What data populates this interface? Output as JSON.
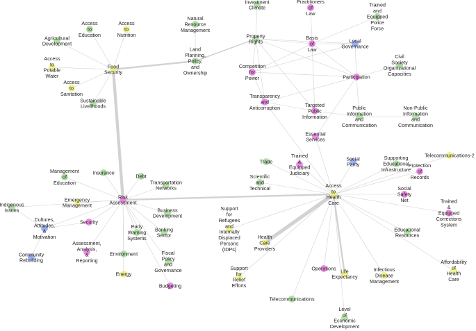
{
  "colors": {
    "green": "#a7d99a",
    "pink": "#ea79df",
    "yellow": "#eef07e",
    "blue": "#8aa3f2",
    "edge": "#d2d2d2",
    "text": "#1e1e1e"
  },
  "nodes": [
    {
      "id": "investment-climate",
      "label": "Investment\nClimate",
      "color": "green"
    },
    {
      "id": "practitioners-of-law",
      "label": "Practitioners\nof\nLaw",
      "color": "pink"
    },
    {
      "id": "trained-police",
      "label": "Trained\nand\nEquipped\nPolice\nForce",
      "color": "green"
    },
    {
      "id": "natural-resource",
      "label": "Natural\nResource\nManagement",
      "color": "green"
    },
    {
      "id": "property-rights",
      "label": "Property\nRights",
      "color": "green"
    },
    {
      "id": "basis-of-law",
      "label": "Basis\nof\nLaw",
      "color": "pink"
    },
    {
      "id": "local-governance",
      "label": "Local\nGovernance",
      "color": "blue"
    },
    {
      "id": "access-education",
      "label": "Access\nto\nEducation",
      "color": "green"
    },
    {
      "id": "access-nutrition",
      "label": "Access\nto\nNutrition",
      "color": "yellow"
    },
    {
      "id": "agricultural-dev",
      "label": "Agricultural\nDevelopment",
      "color": "green"
    },
    {
      "id": "land-planning",
      "label": "Land\nPlanning,\nPolicy,\nand\nOwnership",
      "color": "green"
    },
    {
      "id": "civil-society",
      "label": "Civil\nSociety\nOrganizational\nCapacities",
      "color": "green"
    },
    {
      "id": "food-security",
      "label": "Food\nSecurity",
      "color": "yellow"
    },
    {
      "id": "access-potable-water",
      "label": "Access\nto\nPotable\nWater",
      "color": "yellow"
    },
    {
      "id": "competition-for-power",
      "label": "Competition\nfor\nPower",
      "color": "pink"
    },
    {
      "id": "participation",
      "label": "Participation",
      "color": "pink"
    },
    {
      "id": "access-sanitation",
      "label": "Access\nto\nSanitation",
      "color": "yellow"
    },
    {
      "id": "sustainable-livelihoods",
      "label": "Sustainable\nLivelihoods",
      "color": "green"
    },
    {
      "id": "transparency",
      "label": "Transparency\nand\nAnticorruption",
      "color": "pink"
    },
    {
      "id": "targeted-public-info",
      "label": "Targeted\nPublic\nInformation",
      "color": "pink"
    },
    {
      "id": "public-info-comm",
      "label": "Public\nInformation\nand\nCommunication",
      "color": "green"
    },
    {
      "id": "non-public-info",
      "label": "Non-Public\nInformation\nand\nCommunication",
      "color": "green"
    },
    {
      "id": "essential-services",
      "label": "Essential\nServices",
      "color": "pink"
    },
    {
      "id": "trained-judiciary",
      "label": "Trained\n&\nEquipped\nJudiciary",
      "color": "pink"
    },
    {
      "id": "social-parity",
      "label": "Social\nParity",
      "color": "blue"
    },
    {
      "id": "supporting-educational",
      "label": "Supporting\nEducational\nInfrastructure",
      "color": "green"
    },
    {
      "id": "telecommunications-2",
      "label": "Telecommunications-2",
      "color": "yellow"
    },
    {
      "id": "trade",
      "label": "Trade",
      "color": "green"
    },
    {
      "id": "management-education",
      "label": "Management\nof\nEducation",
      "color": "green"
    },
    {
      "id": "insurance",
      "label": "Insurance",
      "color": "green"
    },
    {
      "id": "debt",
      "label": "Debt",
      "color": "green"
    },
    {
      "id": "transportation-networks",
      "label": "Transportation\nNetworks",
      "color": "green"
    },
    {
      "id": "scientific-technical",
      "label": "Scientific\nand\nTechnical",
      "color": "green"
    },
    {
      "id": "protection-records",
      "label": "Protection\nof\nRecords",
      "color": "pink"
    },
    {
      "id": "access-health-care",
      "label": "Access\nto\nHealth\nCare",
      "color": "yellow"
    },
    {
      "id": "social-safety-net",
      "label": "Social\nSafety\nNet",
      "color": "pink"
    },
    {
      "id": "emergency-management",
      "label": "Emergency\nManagement",
      "color": "yellow"
    },
    {
      "id": "risk-assessment",
      "label": "Risk\nAssessment",
      "color": "pink"
    },
    {
      "id": "indigenous-issues",
      "label": "Indigenous\nIssues",
      "color": "green"
    },
    {
      "id": "business-development",
      "label": "Business\nDevelopment",
      "color": "green"
    },
    {
      "id": "trained-corrections",
      "label": "Trained\n&\nEquipped\nCorrections\nSystem",
      "color": "pink"
    },
    {
      "id": "support-idps",
      "label": "Support\nfor\nRefugees\nand\nInternally\nDisplaced\nPersons\n(IDPs)",
      "color": "yellow"
    },
    {
      "id": "cultures-attitudes",
      "label": "Cultures,\nAttitudes,\n&\nMotivation",
      "color": "blue"
    },
    {
      "id": "security",
      "label": "Security",
      "color": "pink"
    },
    {
      "id": "early-warning",
      "label": "Early\nWarning\nSystems",
      "color": "green"
    },
    {
      "id": "banking-sector",
      "label": "Banking\nSector",
      "color": "green"
    },
    {
      "id": "educational-resources",
      "label": "Educational\nResources",
      "color": "green"
    },
    {
      "id": "health-care-providers",
      "label": "Health\nCare\nProviders",
      "color": "yellow"
    },
    {
      "id": "assessment-analysis",
      "label": "Assessment,\nAnalysis,\n&\nReporting",
      "color": "pink"
    },
    {
      "id": "affordability-health",
      "label": "Affordability\nof\nHealth\nCare",
      "color": "yellow"
    },
    {
      "id": "community-rebuilding",
      "label": "Community\nRebuilding",
      "color": "blue"
    },
    {
      "id": "environment",
      "label": "Environment",
      "color": "green"
    },
    {
      "id": "fiscal-policy",
      "label": "Fiscal\nPolicy\nand\nGovernance",
      "color": "green"
    },
    {
      "id": "operations",
      "label": "Operations",
      "color": "pink"
    },
    {
      "id": "life-expectancy",
      "label": "Life\nExpectancy",
      "color": "yellow"
    },
    {
      "id": "support-relief",
      "label": "Support\nfor\nRelief\nEfforts",
      "color": "yellow"
    },
    {
      "id": "infectious-disease",
      "label": "Infectious\nDisease\nManagement",
      "color": "yellow"
    },
    {
      "id": "energy",
      "label": "Energy",
      "color": "yellow"
    },
    {
      "id": "budgeting",
      "label": "Budgeting",
      "color": "pink"
    },
    {
      "id": "telecommunications",
      "label": "Telecommunications",
      "color": "green"
    },
    {
      "id": "level-economic-dev",
      "label": "Level\nof\nEconomic\nDevelopment",
      "color": "green"
    }
  ],
  "edges": [
    {
      "from": "food-security",
      "to": "risk-assessment",
      "weight": 5
    },
    {
      "from": "risk-assessment",
      "to": "access-health-care",
      "weight": 3
    },
    {
      "from": "access-health-care",
      "to": "health-care-providers",
      "weight": 6
    },
    {
      "from": "access-health-care",
      "to": "life-expectancy",
      "weight": 3
    },
    {
      "from": "food-security",
      "to": "land-planning",
      "weight": 3
    },
    {
      "from": "land-planning",
      "to": "property-rights",
      "weight": 2
    },
    {
      "from": "food-security",
      "to": "access-education",
      "weight": 1
    },
    {
      "from": "food-security",
      "to": "access-nutrition",
      "weight": 1
    },
    {
      "from": "food-security",
      "to": "agricultural-dev",
      "weight": 1
    },
    {
      "from": "food-security",
      "to": "access-potable-water",
      "weight": 1
    },
    {
      "from": "food-security",
      "to": "access-sanitation",
      "weight": 1
    },
    {
      "from": "food-security",
      "to": "sustainable-livelihoods",
      "weight": 1
    },
    {
      "from": "land-planning",
      "to": "natural-resource",
      "weight": 1
    },
    {
      "from": "property-rights",
      "to": "investment-climate",
      "weight": 1
    },
    {
      "from": "property-rights",
      "to": "basis-of-law",
      "weight": 1
    },
    {
      "from": "property-rights",
      "to": "competition-for-power",
      "weight": 1
    },
    {
      "from": "property-rights",
      "to": "participation",
      "weight": 1
    },
    {
      "from": "property-rights",
      "to": "local-governance",
      "weight": 1
    },
    {
      "from": "property-rights",
      "to": "targeted-public-info",
      "weight": 1
    },
    {
      "from": "property-rights",
      "to": "transparency",
      "weight": 1
    },
    {
      "from": "basis-of-law",
      "to": "practitioners-of-law",
      "weight": 1
    },
    {
      "from": "basis-of-law",
      "to": "trained-police",
      "weight": 1
    },
    {
      "from": "basis-of-law",
      "to": "participation",
      "weight": 1
    },
    {
      "from": "basis-of-law",
      "to": "competition-for-power",
      "weight": 1
    },
    {
      "from": "basis-of-law",
      "to": "targeted-public-info",
      "weight": 1
    },
    {
      "from": "local-governance",
      "to": "participation",
      "weight": 1
    },
    {
      "from": "local-governance",
      "to": "competition-for-power",
      "weight": 1
    },
    {
      "from": "local-governance",
      "to": "basis-of-law",
      "weight": 1
    },
    {
      "from": "participation",
      "to": "civil-society",
      "weight": 1
    },
    {
      "from": "participation",
      "to": "competition-for-power",
      "weight": 1
    },
    {
      "from": "participation",
      "to": "transparency",
      "weight": 1
    },
    {
      "from": "participation",
      "to": "public-info-comm",
      "weight": 1
    },
    {
      "from": "participation",
      "to": "essential-services",
      "weight": 1
    },
    {
      "from": "competition-for-power",
      "to": "transparency",
      "weight": 1
    },
    {
      "from": "transparency",
      "to": "targeted-public-info",
      "weight": 1
    },
    {
      "from": "transparency",
      "to": "access-health-care",
      "weight": 1
    },
    {
      "from": "public-info-comm",
      "to": "non-public-info",
      "weight": 1
    },
    {
      "from": "targeted-public-info",
      "to": "public-info-comm",
      "weight": 1
    },
    {
      "from": "essential-services",
      "to": "access-health-care",
      "weight": 1
    },
    {
      "from": "trained-judiciary",
      "to": "access-health-care",
      "weight": 1
    },
    {
      "from": "social-parity",
      "to": "access-health-care",
      "weight": 1
    },
    {
      "from": "supporting-educational",
      "to": "access-health-care",
      "weight": 1
    },
    {
      "from": "telecommunications-2",
      "to": "access-health-care",
      "weight": 1
    },
    {
      "from": "protection-records",
      "to": "access-health-care",
      "weight": 1
    },
    {
      "from": "social-safety-net",
      "to": "access-health-care",
      "weight": 1
    },
    {
      "from": "trained-corrections",
      "to": "access-health-care",
      "weight": 1
    },
    {
      "from": "educational-resources",
      "to": "access-health-care",
      "weight": 1
    },
    {
      "from": "affordability-health",
      "to": "access-health-care",
      "weight": 1
    },
    {
      "from": "infectious-disease",
      "to": "access-health-care",
      "weight": 1
    },
    {
      "from": "level-economic-dev",
      "to": "access-health-care",
      "weight": 1
    },
    {
      "from": "telecommunications",
      "to": "access-health-care",
      "weight": 1
    },
    {
      "from": "operations",
      "to": "access-health-care",
      "weight": 1
    },
    {
      "from": "support-relief",
      "to": "access-health-care",
      "weight": 1
    },
    {
      "from": "support-idps",
      "to": "access-health-care",
      "weight": 1
    },
    {
      "from": "trade",
      "to": "access-health-care",
      "weight": 1
    },
    {
      "from": "scientific-technical",
      "to": "access-health-care",
      "weight": 1
    },
    {
      "from": "risk-assessment",
      "to": "management-education",
      "weight": 1
    },
    {
      "from": "risk-assessment",
      "to": "insurance",
      "weight": 1
    },
    {
      "from": "risk-assessment",
      "to": "debt",
      "weight": 1
    },
    {
      "from": "risk-assessment",
      "to": "transportation-networks",
      "weight": 1
    },
    {
      "from": "risk-assessment",
      "to": "emergency-management",
      "weight": 1
    },
    {
      "from": "risk-assessment",
      "to": "indigenous-issues",
      "weight": 1
    },
    {
      "from": "risk-assessment",
      "to": "business-development",
      "weight": 1
    },
    {
      "from": "risk-assessment",
      "to": "cultures-attitudes",
      "weight": 1
    },
    {
      "from": "risk-assessment",
      "to": "security",
      "weight": 1
    },
    {
      "from": "risk-assessment",
      "to": "early-warning",
      "weight": 1
    },
    {
      "from": "risk-assessment",
      "to": "banking-sector",
      "weight": 1
    },
    {
      "from": "risk-assessment",
      "to": "assessment-analysis",
      "weight": 1
    },
    {
      "from": "risk-assessment",
      "to": "environment",
      "weight": 1
    },
    {
      "from": "risk-assessment",
      "to": "fiscal-policy",
      "weight": 1
    },
    {
      "from": "risk-assessment",
      "to": "energy",
      "weight": 1
    },
    {
      "from": "risk-assessment",
      "to": "budgeting",
      "weight": 1
    },
    {
      "from": "cultures-attitudes",
      "to": "community-rebuilding",
      "weight": 1
    },
    {
      "from": "cultures-attitudes",
      "to": "indigenous-issues",
      "weight": 1
    },
    {
      "from": "cultures-attitudes",
      "to": "security",
      "weight": 1
    }
  ]
}
